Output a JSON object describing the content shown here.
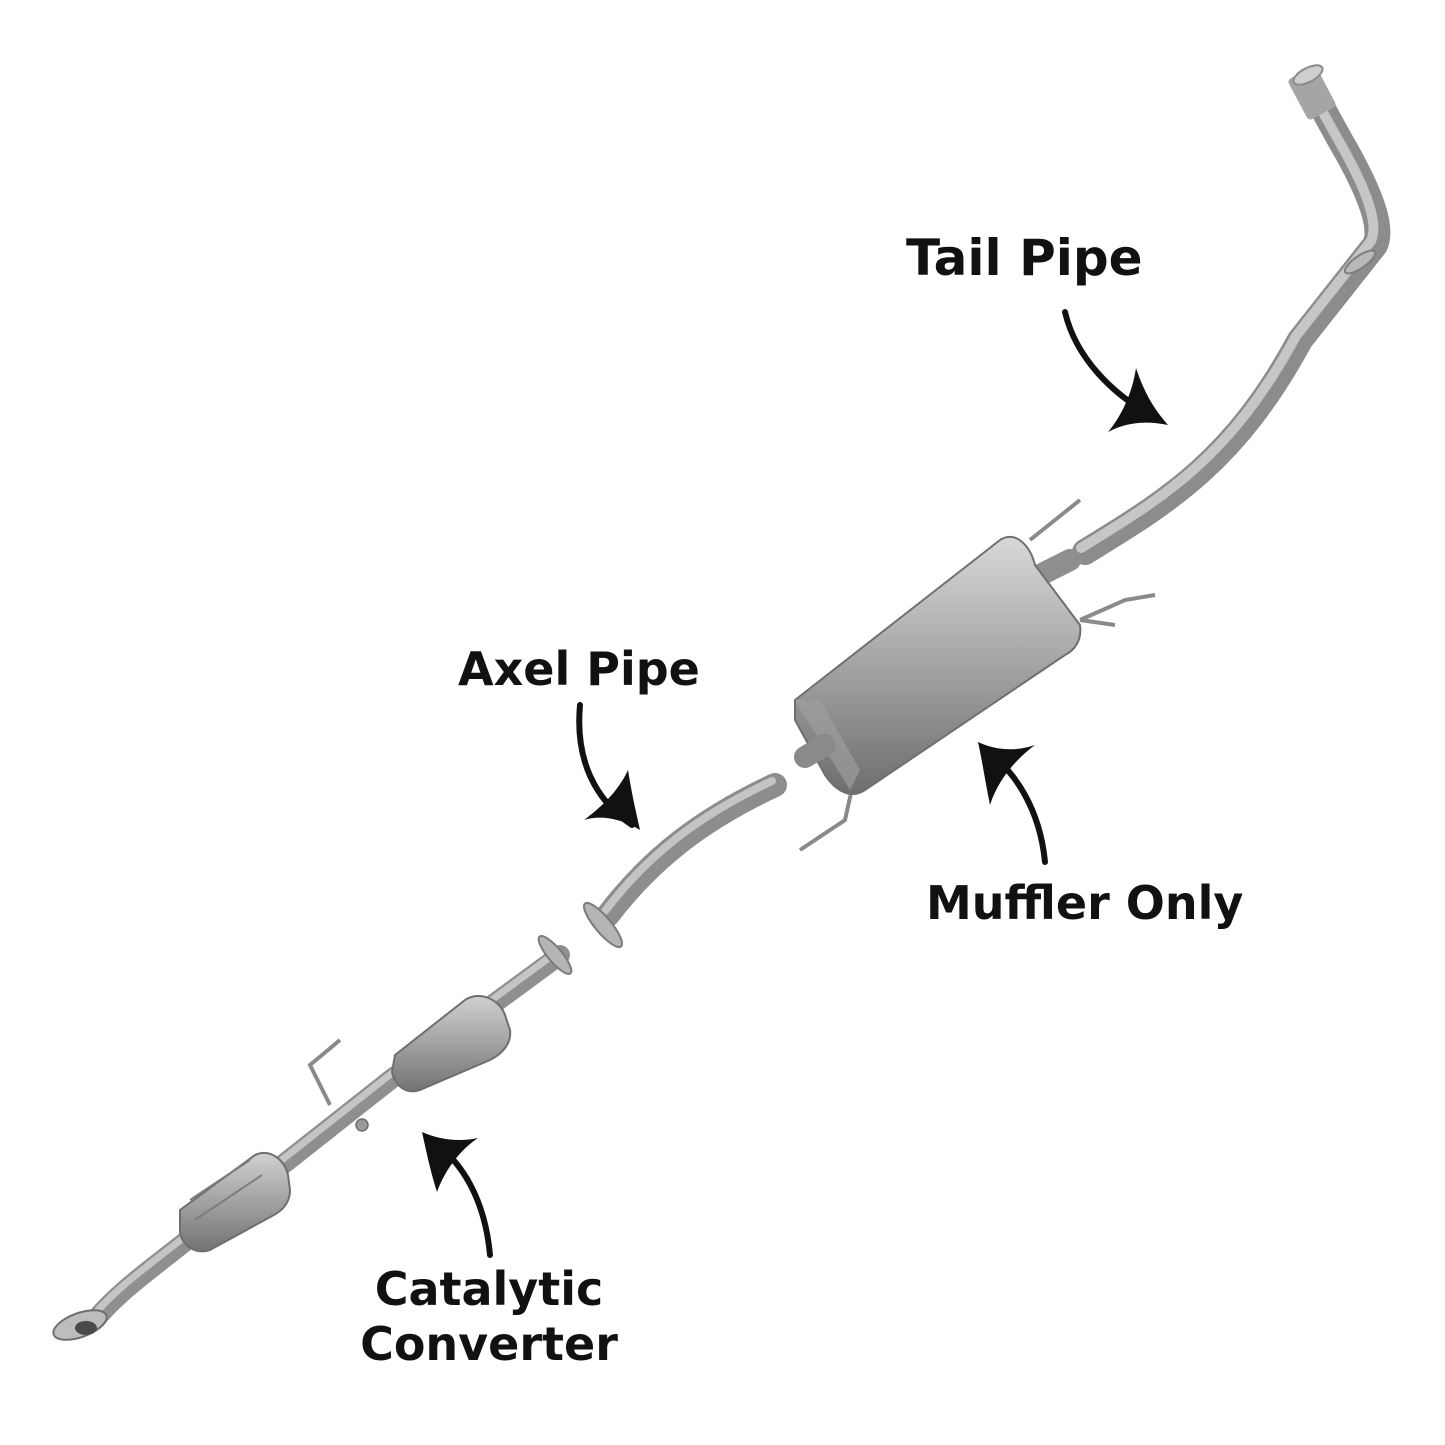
{
  "labels": {
    "tail_pipe": "Tail Pipe",
    "axel_pipe": "Axel Pipe",
    "muffler_only": "Muffler Only",
    "catalytic_converter_line1": "Catalytic",
    "catalytic_converter_line2": "Converter"
  },
  "colors": {
    "background": "#ffffff",
    "metal_light": "#c9c9c9",
    "metal_mid": "#9b9b9b",
    "metal_dark": "#6f6f6f",
    "arrow": "#111111"
  }
}
